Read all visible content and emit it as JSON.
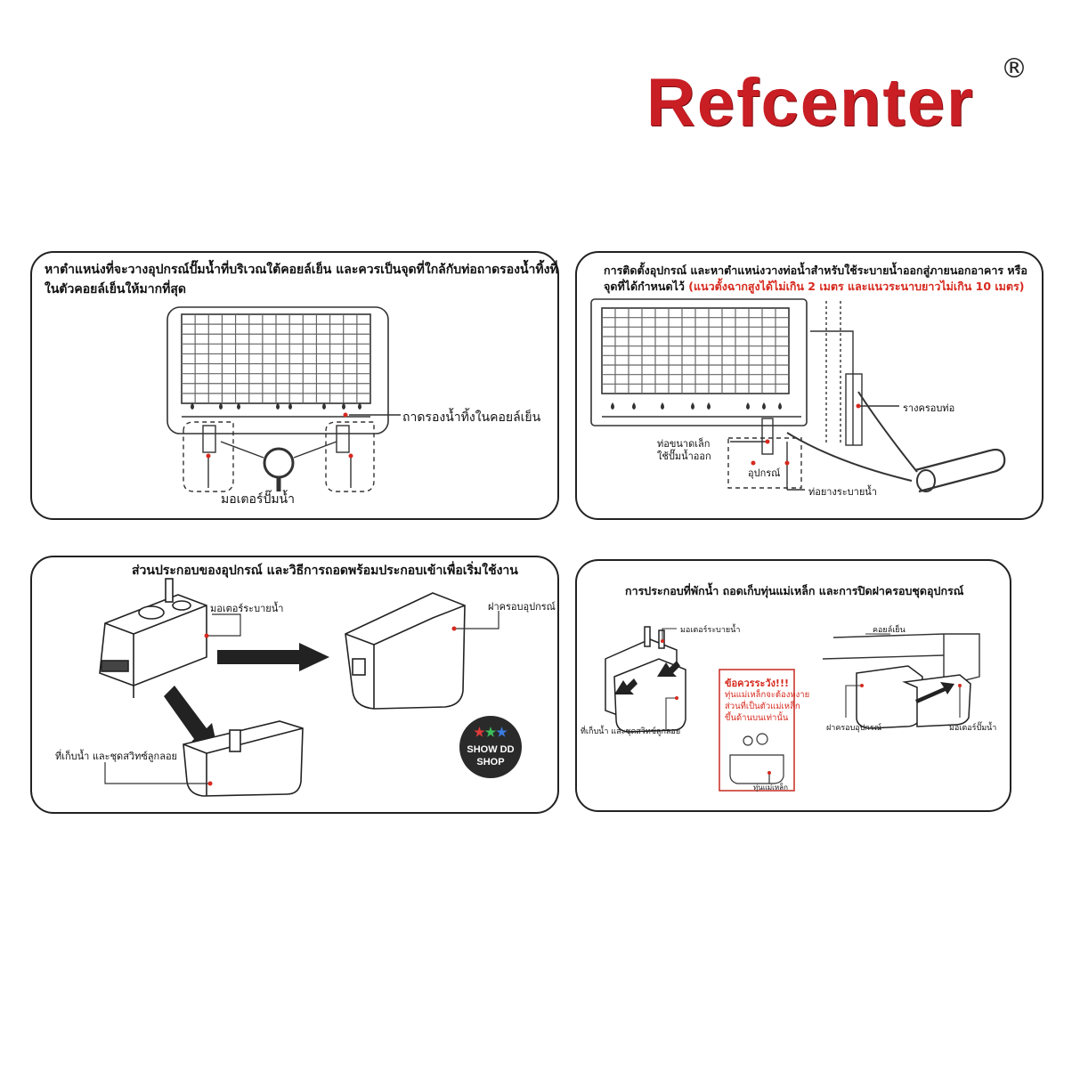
{
  "brand": {
    "name": "Refcenter",
    "registered_mark": "®"
  },
  "panel1": {
    "heading_line1": "หาตำแหน่งที่จะวางอุปกรณ์ปั๊มน้ำที่บริเวณใต้คอยล์เย็น และควรเป็นจุดที่ใกล้กับท่อถาดรองน้ำทิ้งที่",
    "heading_line2": "ในตัวคอยล์เย็นให้มากที่สุด",
    "label_tray": "ถาดรองน้ำทิ้งในคอยล์เย็น",
    "label_motor": "มอเตอร์ปั๊มน้ำ"
  },
  "panel2": {
    "heading_line1": "การติดตั้งอุปกรณ์ และหาตำแหน่งวางท่อน้ำสำหรับใช้ระบายน้ำออกสู่ภายนอกอาคาร หรือ",
    "heading_line2_black": "จุดที่ได้กำหนดไว้",
    "heading_line2_red": "(แนวตั้งฉากสูงได้ไม่เกิน 2 เมตร และแนวระนาบยาวไม่เกิน 10 เมตร)",
    "label_channel": "รางครอบท่อ",
    "label_small_pipe_1": "ท่อขนาดเล็ก",
    "label_small_pipe_2": "ใช้ปั๊มน้ำออก",
    "label_device": "อุปกรณ์",
    "label_drain_hose": "ท่อยางระบายน้ำ"
  },
  "panel3": {
    "heading": "ส่วนประกอบของอุปกรณ์ และวิธีการถอดพร้อมประกอบเข้าเพื่อเริ่มใช้งาน",
    "label_motor": "มอเตอร์ระบายน้ำ",
    "label_cover": "ฝาครอบอุปกรณ์",
    "label_reservoir": "ที่เก็บน้ำ และชุดสวิทซ์ลูกลอย"
  },
  "badge": {
    "line1": "SHOW DD",
    "line2": "SHOP"
  },
  "panel4": {
    "heading": "การประกอบที่พักน้ำ ถอดเก็บทุ่นแม่เหล็ก และการปิดฝาครอบชุดอุปกรณ์",
    "label_motor": "มอเตอร์ระบายน้ำ",
    "label_reservoir": "ที่เก็บน้ำ และชุดสวิทซ์ลูกลอย",
    "label_coil": "คอยล์เย็น",
    "label_cover": "ฝาครอบอุปกรณ์",
    "label_pump_motor": "มอเตอร์ปั๊มน้ำ",
    "warning_title": "ข้อควรระวัง!!!",
    "warning_line1": "ทุ่นแม่เหล็กจะต้องหงาย",
    "warning_line2": "ส่วนที่เป็นตัวแม่เหล็ก",
    "warning_line3": "ขึ้นด้านบนเท่านั้น",
    "label_magnet": "ทุ่นแม่เหล็ก"
  },
  "colors": {
    "brand_red": "#c81e24",
    "note_red": "#d62a1f",
    "outline": "#222222"
  }
}
